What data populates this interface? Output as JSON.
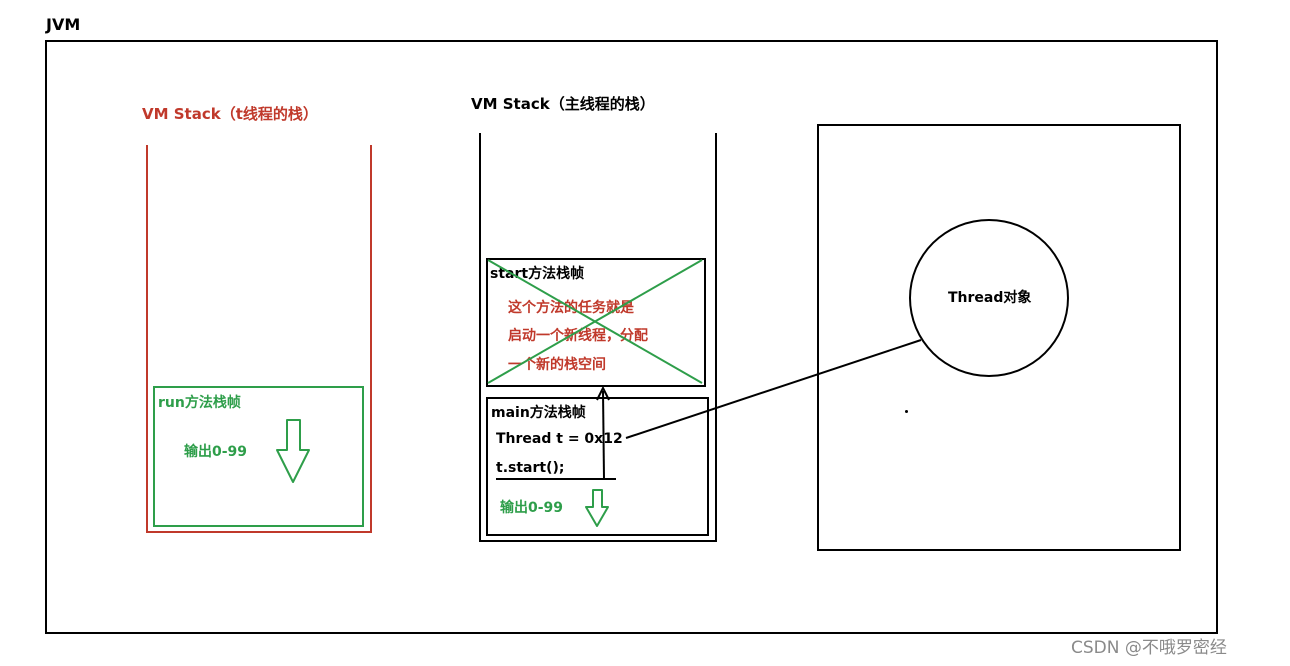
{
  "jvm": {
    "label": "JVM"
  },
  "t_stack": {
    "title": "VM Stack（t线程的栈）",
    "run_frame": {
      "title": "run方法栈帧",
      "output": "输出0-99"
    }
  },
  "main_stack": {
    "title": "VM Stack（主线程的栈）",
    "start_frame": {
      "title": "start方法栈帧",
      "desc_lines": [
        "这个方法的任务就是",
        "启动一个新线程，分配",
        "一个新的栈空间"
      ]
    },
    "main_frame": {
      "title": "main方法栈帧",
      "line1": "Thread t = 0x12",
      "line2": "t.start();",
      "output": "输出0-99"
    }
  },
  "heap": {
    "thread_object": "Thread对象"
  },
  "watermark": "CSDN @不哦罗密经",
  "colors": {
    "red": "#c0392b",
    "green": "#2e9e4a",
    "black": "#000000"
  }
}
